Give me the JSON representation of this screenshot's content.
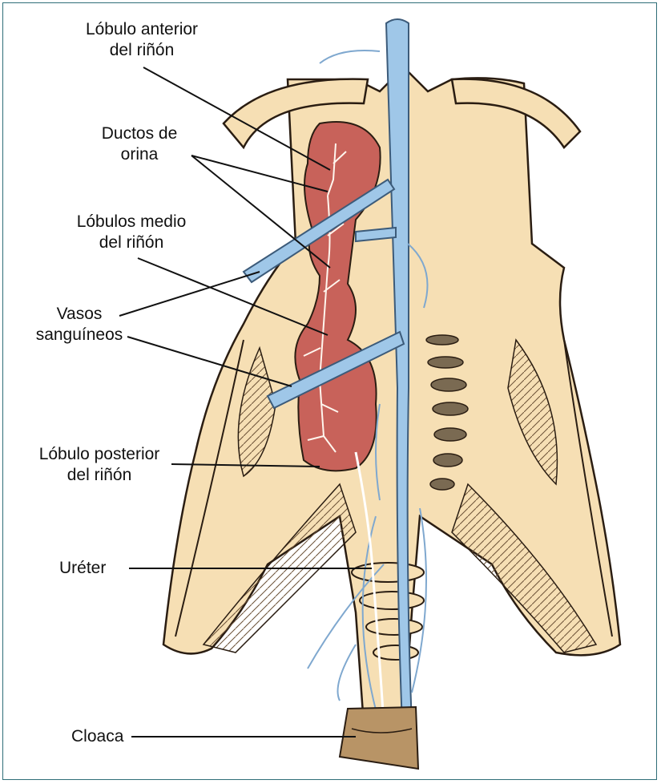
{
  "colors": {
    "bone": "#f6dfb4",
    "bone_outline": "#2a1d12",
    "kidney": "#c8625a",
    "vessel": "#9fc7e8",
    "vessel_outline": "#3c5b7a",
    "cloaca": "#b89466",
    "frame": "#2f6e78"
  },
  "labels": {
    "anterior_lobe": [
      "Lóbulo anterior",
      "del riñón"
    ],
    "urine_ducts": [
      "Ductos de",
      "orina"
    ],
    "middle_lobes": [
      "Lóbulos medio",
      "del riñón"
    ],
    "blood_vessels": [
      "Vasos",
      "sanguíneos"
    ],
    "posterior_lobe": [
      "Lóbulo posterior",
      "del riñón"
    ],
    "ureter": "Uréter",
    "cloaca": "Cloaca"
  }
}
